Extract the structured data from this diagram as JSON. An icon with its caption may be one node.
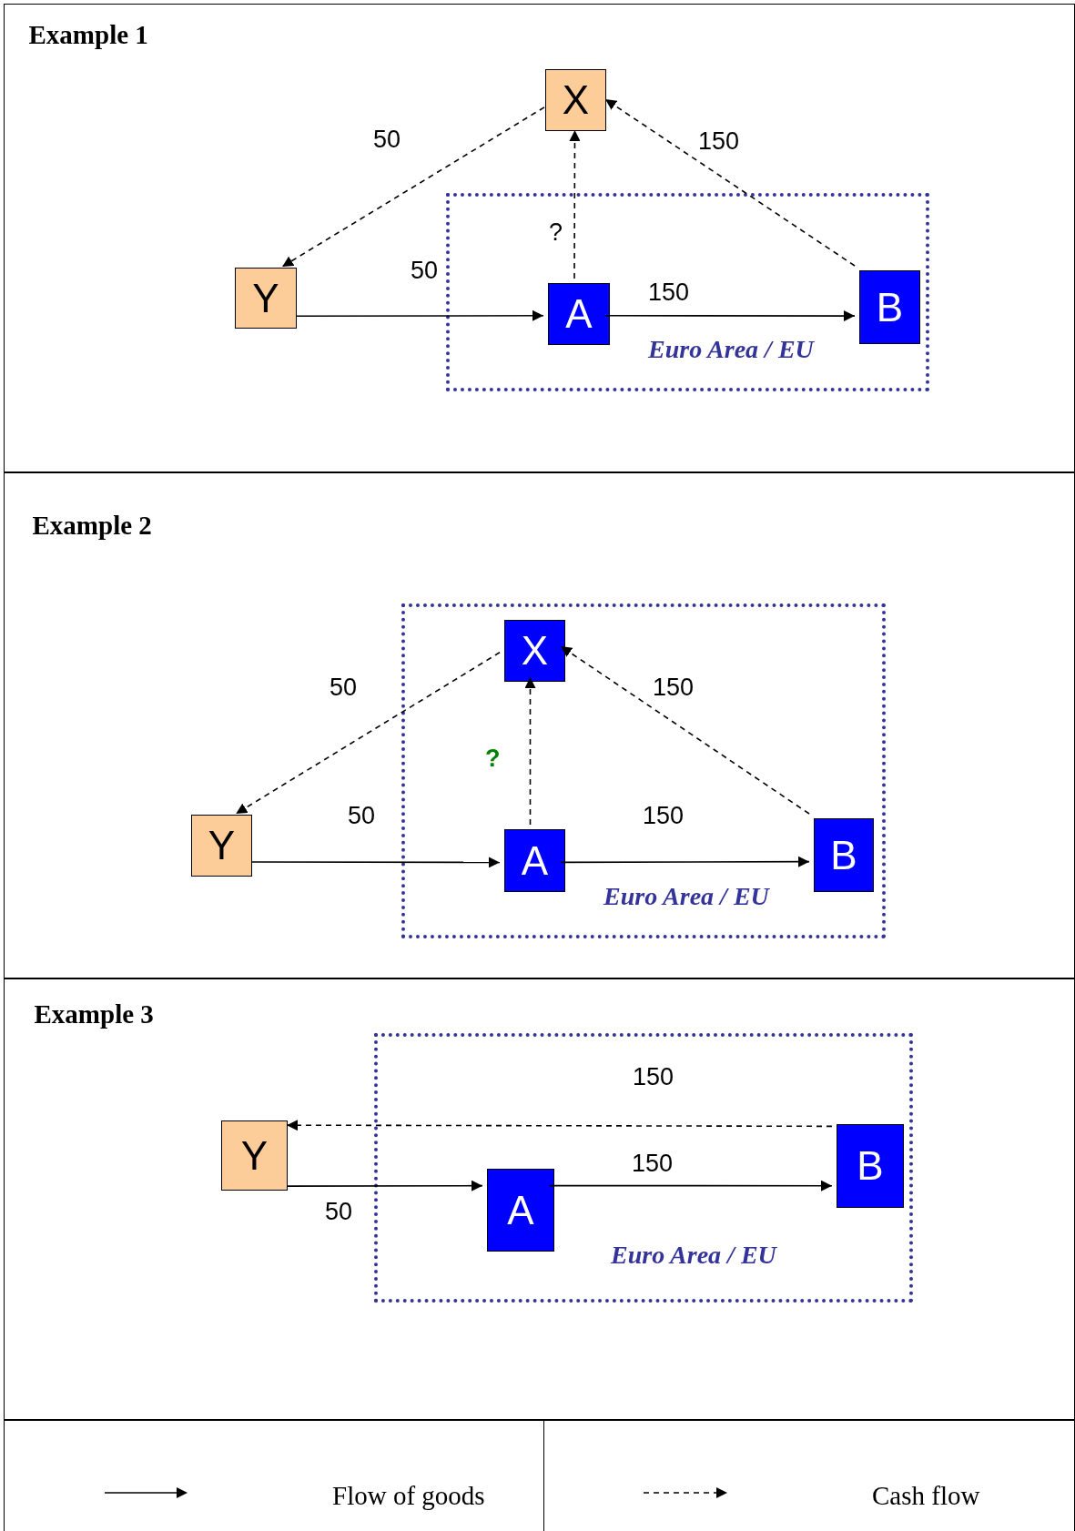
{
  "diagram": {
    "nodes": [
      {
        "text": [
          "Example 1"
        ]
      },
      {
        "text": [
          "X"
        ],
        "in": 0
      },
      {
        "text": [
          "Euro Area / EU"
        ],
        "in": 0
      },
      {
        "text": [
          "Y"
        ],
        "in": 0
      },
      {
        "text": [
          "A"
        ],
        "in": 2
      },
      {
        "text": [
          "B"
        ],
        "in": 2
      },
      {
        "text": [
          "Example 2"
        ]
      },
      {
        "text": [
          "Euro Area / EU"
        ],
        "in": 6
      },
      {
        "text": [
          "X"
        ],
        "in": 7
      },
      {
        "text": [
          "Y"
        ],
        "in": 6
      },
      {
        "text": [
          "A"
        ],
        "in": 7
      },
      {
        "text": [
          "B"
        ],
        "in": 7
      },
      {
        "text": [
          "Example 3"
        ]
      },
      {
        "text": [
          "Euro Area / EU"
        ],
        "in": 12
      },
      {
        "text": [
          "Y"
        ],
        "in": 12
      },
      {
        "text": [
          "A"
        ],
        "in": 13
      },
      {
        "text": [
          "B"
        ],
        "in": 13
      }
    ],
    "edges": [
      {
        "from": 1,
        "to": 3,
        "arrow": "to",
        "label": "50",
        "style": "dashed"
      },
      {
        "from": 3,
        "to": 4,
        "arrow": "to",
        "label": "50"
      },
      {
        "from": 4,
        "to": 1,
        "arrow": "to",
        "label": "?",
        "style": "dashed"
      },
      {
        "from": 4,
        "to": 5,
        "arrow": "to",
        "label": "150"
      },
      {
        "from": 5,
        "to": 1,
        "arrow": "to",
        "label": "150",
        "style": "dashed"
      },
      {
        "from": 8,
        "to": 9,
        "arrow": "to",
        "label": "50",
        "style": "dashed"
      },
      {
        "from": 9,
        "to": 10,
        "arrow": "to",
        "label": "50"
      },
      {
        "from": 10,
        "to": 8,
        "arrow": "to",
        "label": "?",
        "style": "dashed"
      },
      {
        "from": 10,
        "to": 11,
        "arrow": "to",
        "label": "150"
      },
      {
        "from": 11,
        "to": 8,
        "arrow": "to",
        "label": "150",
        "style": "dashed"
      },
      {
        "from": 16,
        "to": 14,
        "arrow": "to",
        "label": "150",
        "style": "dashed"
      },
      {
        "from": 14,
        "to": 15,
        "arrow": "to",
        "label": "50"
      },
      {
        "from": 15,
        "to": 16,
        "arrow": "to",
        "label": "150"
      }
    ],
    "legend": [
      {
        "text": "Flow of goods"
      },
      {
        "text": "Cash flow"
      }
    ]
  }
}
